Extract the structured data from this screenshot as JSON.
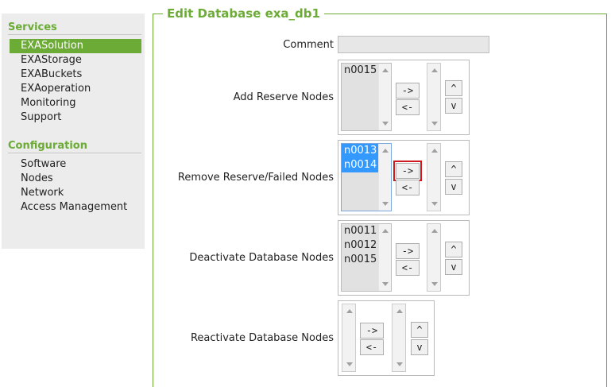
{
  "sidebar": {
    "services_title": "Services",
    "services": [
      {
        "label": "EXASolution",
        "active": true
      },
      {
        "label": "EXAStorage"
      },
      {
        "label": "EXABuckets"
      },
      {
        "label": "EXAoperation"
      },
      {
        "label": "Monitoring"
      },
      {
        "label": "Support"
      }
    ],
    "configuration_title": "Configuration",
    "configuration": [
      {
        "label": "Software"
      },
      {
        "label": "Nodes"
      },
      {
        "label": "Network"
      },
      {
        "label": "Access Management"
      }
    ]
  },
  "form": {
    "legend": "Edit Database exa_db1",
    "comment_label": "Comment",
    "comment_value": "",
    "rows": [
      {
        "label": "Add Reserve Nodes",
        "options": [
          "n0015"
        ],
        "selected": []
      },
      {
        "label": "Remove Reserve/Failed Nodes",
        "options": [
          "n0013",
          "n0014"
        ],
        "selected": [
          "n0013",
          "n0014"
        ]
      },
      {
        "label": "Deactivate Database Nodes",
        "options": [
          "n0011",
          "n0012",
          "n0015"
        ],
        "selected": []
      },
      {
        "label": "Reactivate Database Nodes",
        "options": [],
        "selected": []
      }
    ],
    "buttons": {
      "move_right": "->",
      "move_left": "<-",
      "up": "^",
      "down": "v"
    }
  },
  "colors": {
    "accent": "#6bab36",
    "selection": "#3399ff",
    "highlight": "#d0191f"
  }
}
